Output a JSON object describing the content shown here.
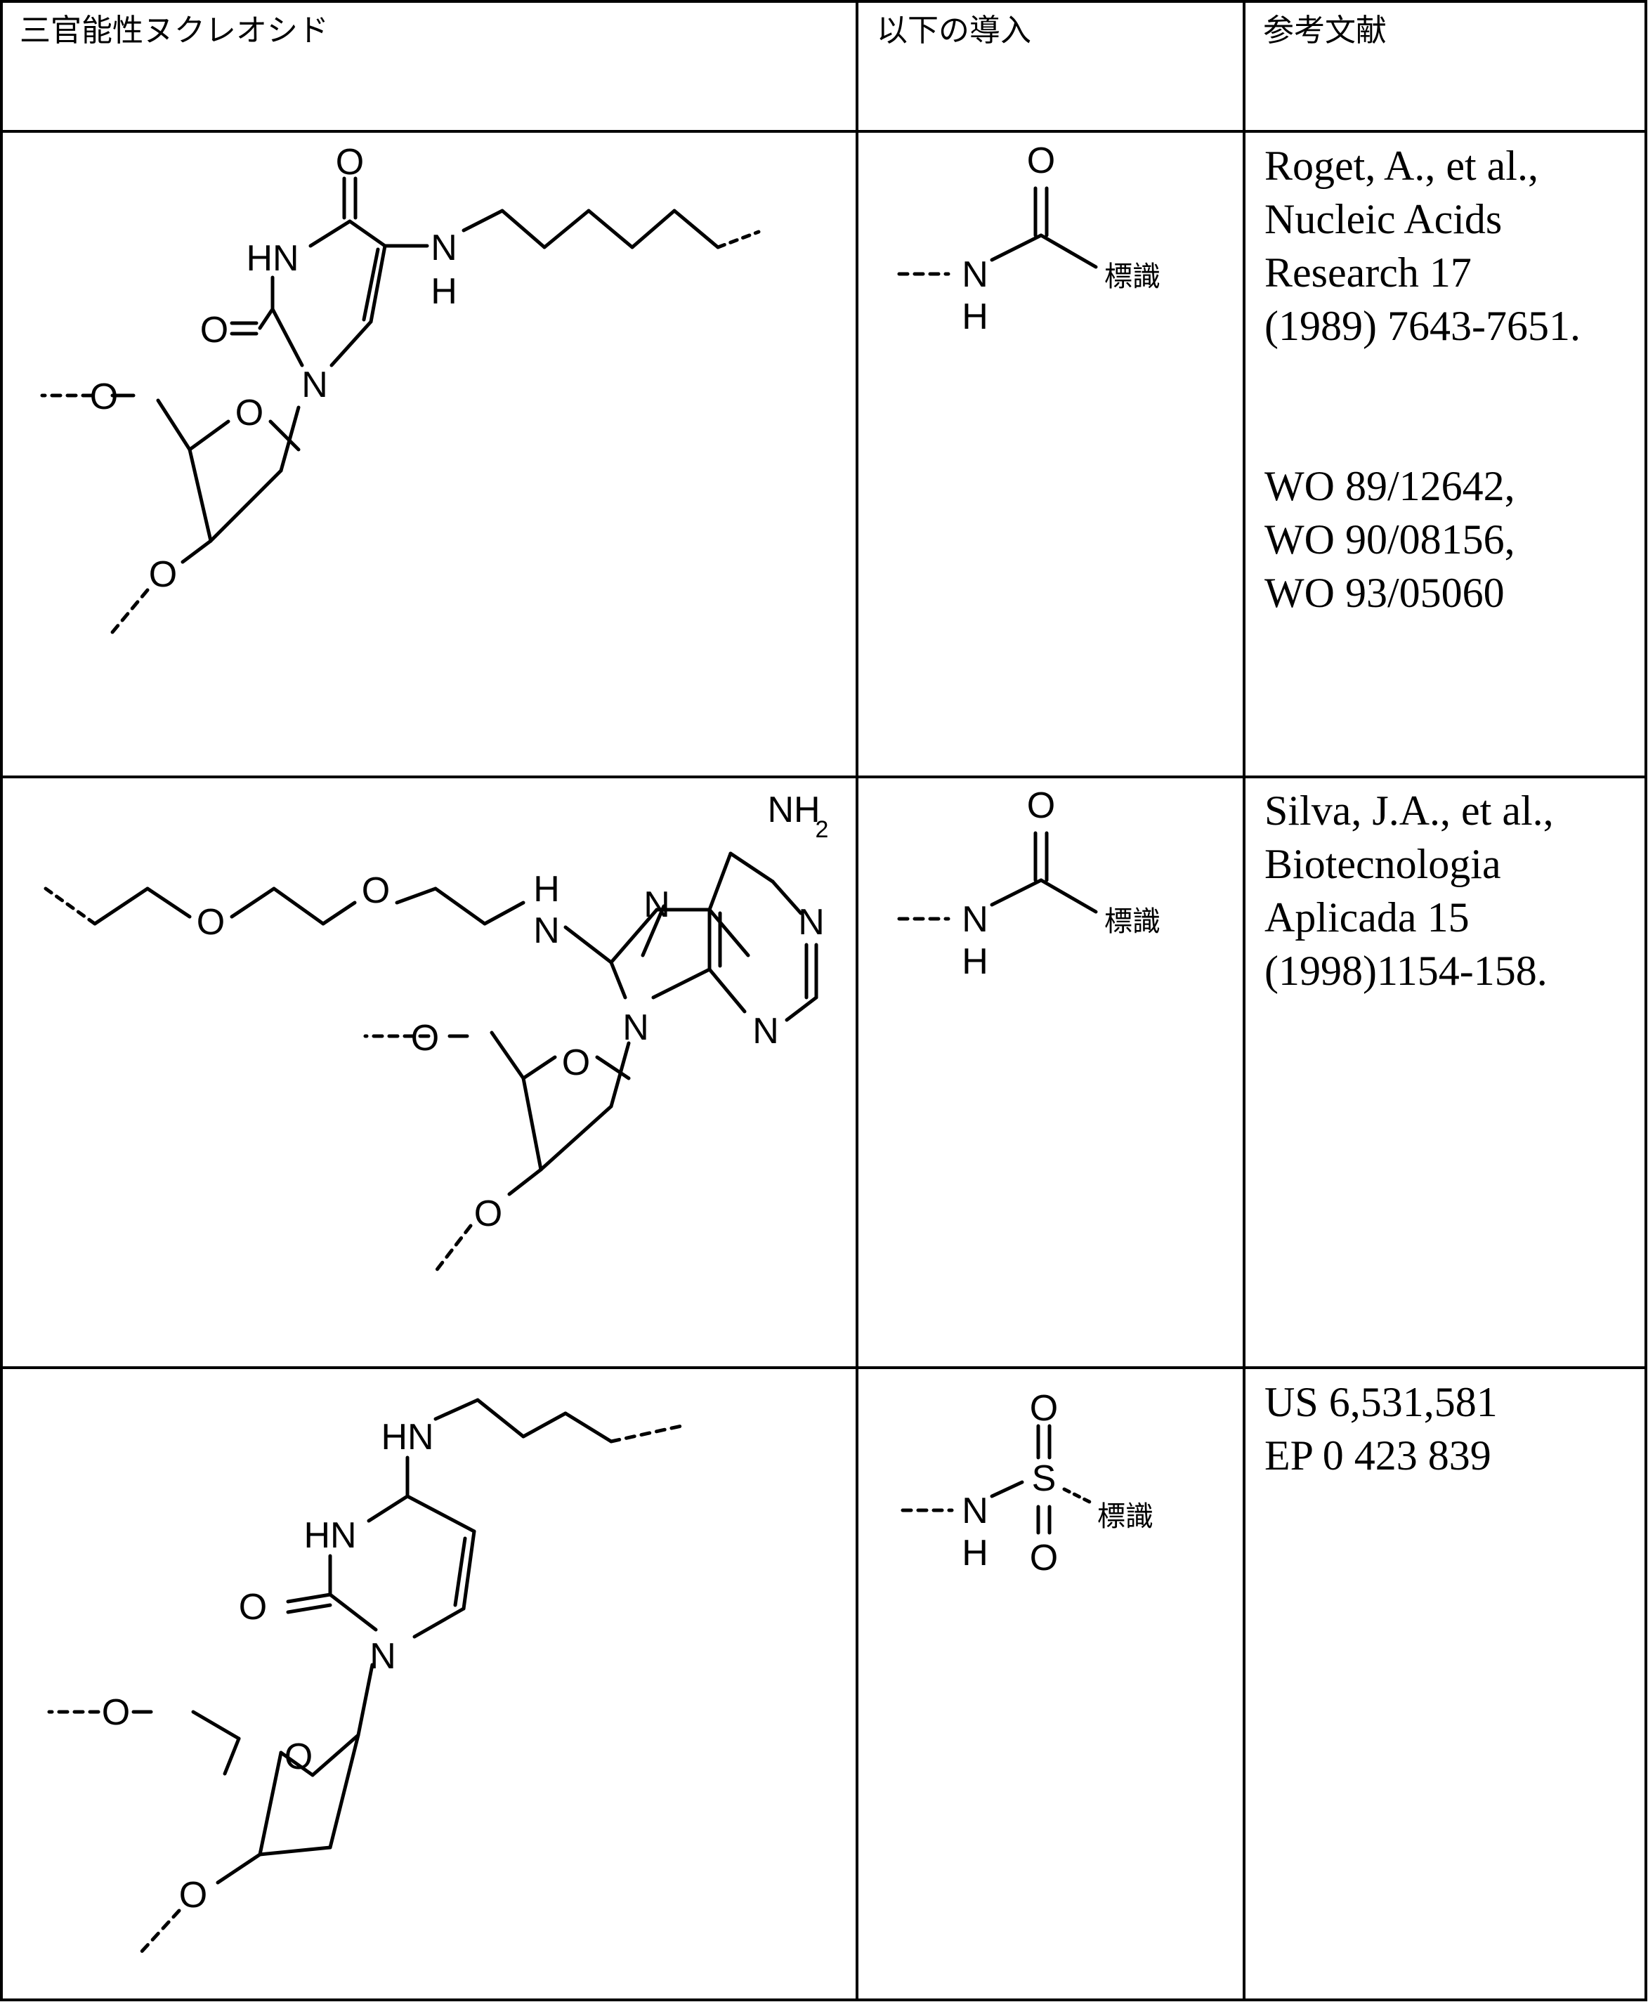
{
  "table": {
    "headers": [
      "三官能性ヌクレオシド",
      "以下の導入",
      "参考文献"
    ],
    "rows": [
      {
        "structure": {
          "atoms": [
            "O",
            "HN",
            "O",
            "N",
            "N",
            "H",
            "O",
            "O",
            "O"
          ]
        },
        "introduction": {
          "atoms": [
            "O",
            "N",
            "H"
          ],
          "label": "標識"
        },
        "references": [
          "Roget, A., et al.,",
          "Nucleic Acids",
          "Research 17",
          "(1989) 7643-7651.",
          "",
          "WO 89/12642,",
          "WO 90/08156,",
          "WO 93/05060"
        ]
      },
      {
        "structure": {
          "atoms": [
            "NH",
            "2",
            "H",
            "O",
            "O",
            "N",
            "N",
            "N",
            "N",
            "N",
            "O",
            "O",
            "O"
          ]
        },
        "introduction": {
          "atoms": [
            "O",
            "N",
            "H"
          ],
          "label": "標識"
        },
        "references": [
          "Silva, J.A., et al.,",
          "Biotecnologia",
          "Aplicada 15",
          "(1998)1154-158."
        ]
      },
      {
        "structure": {
          "atoms": [
            "HN",
            "HN",
            "O",
            "N",
            "O",
            "O",
            "O"
          ]
        },
        "introduction": {
          "atoms": [
            "O",
            "S",
            "O",
            "N",
            "H"
          ],
          "label": "標識"
        },
        "references": [
          "US 6,531,581",
          "EP 0 423 839"
        ]
      }
    ]
  }
}
